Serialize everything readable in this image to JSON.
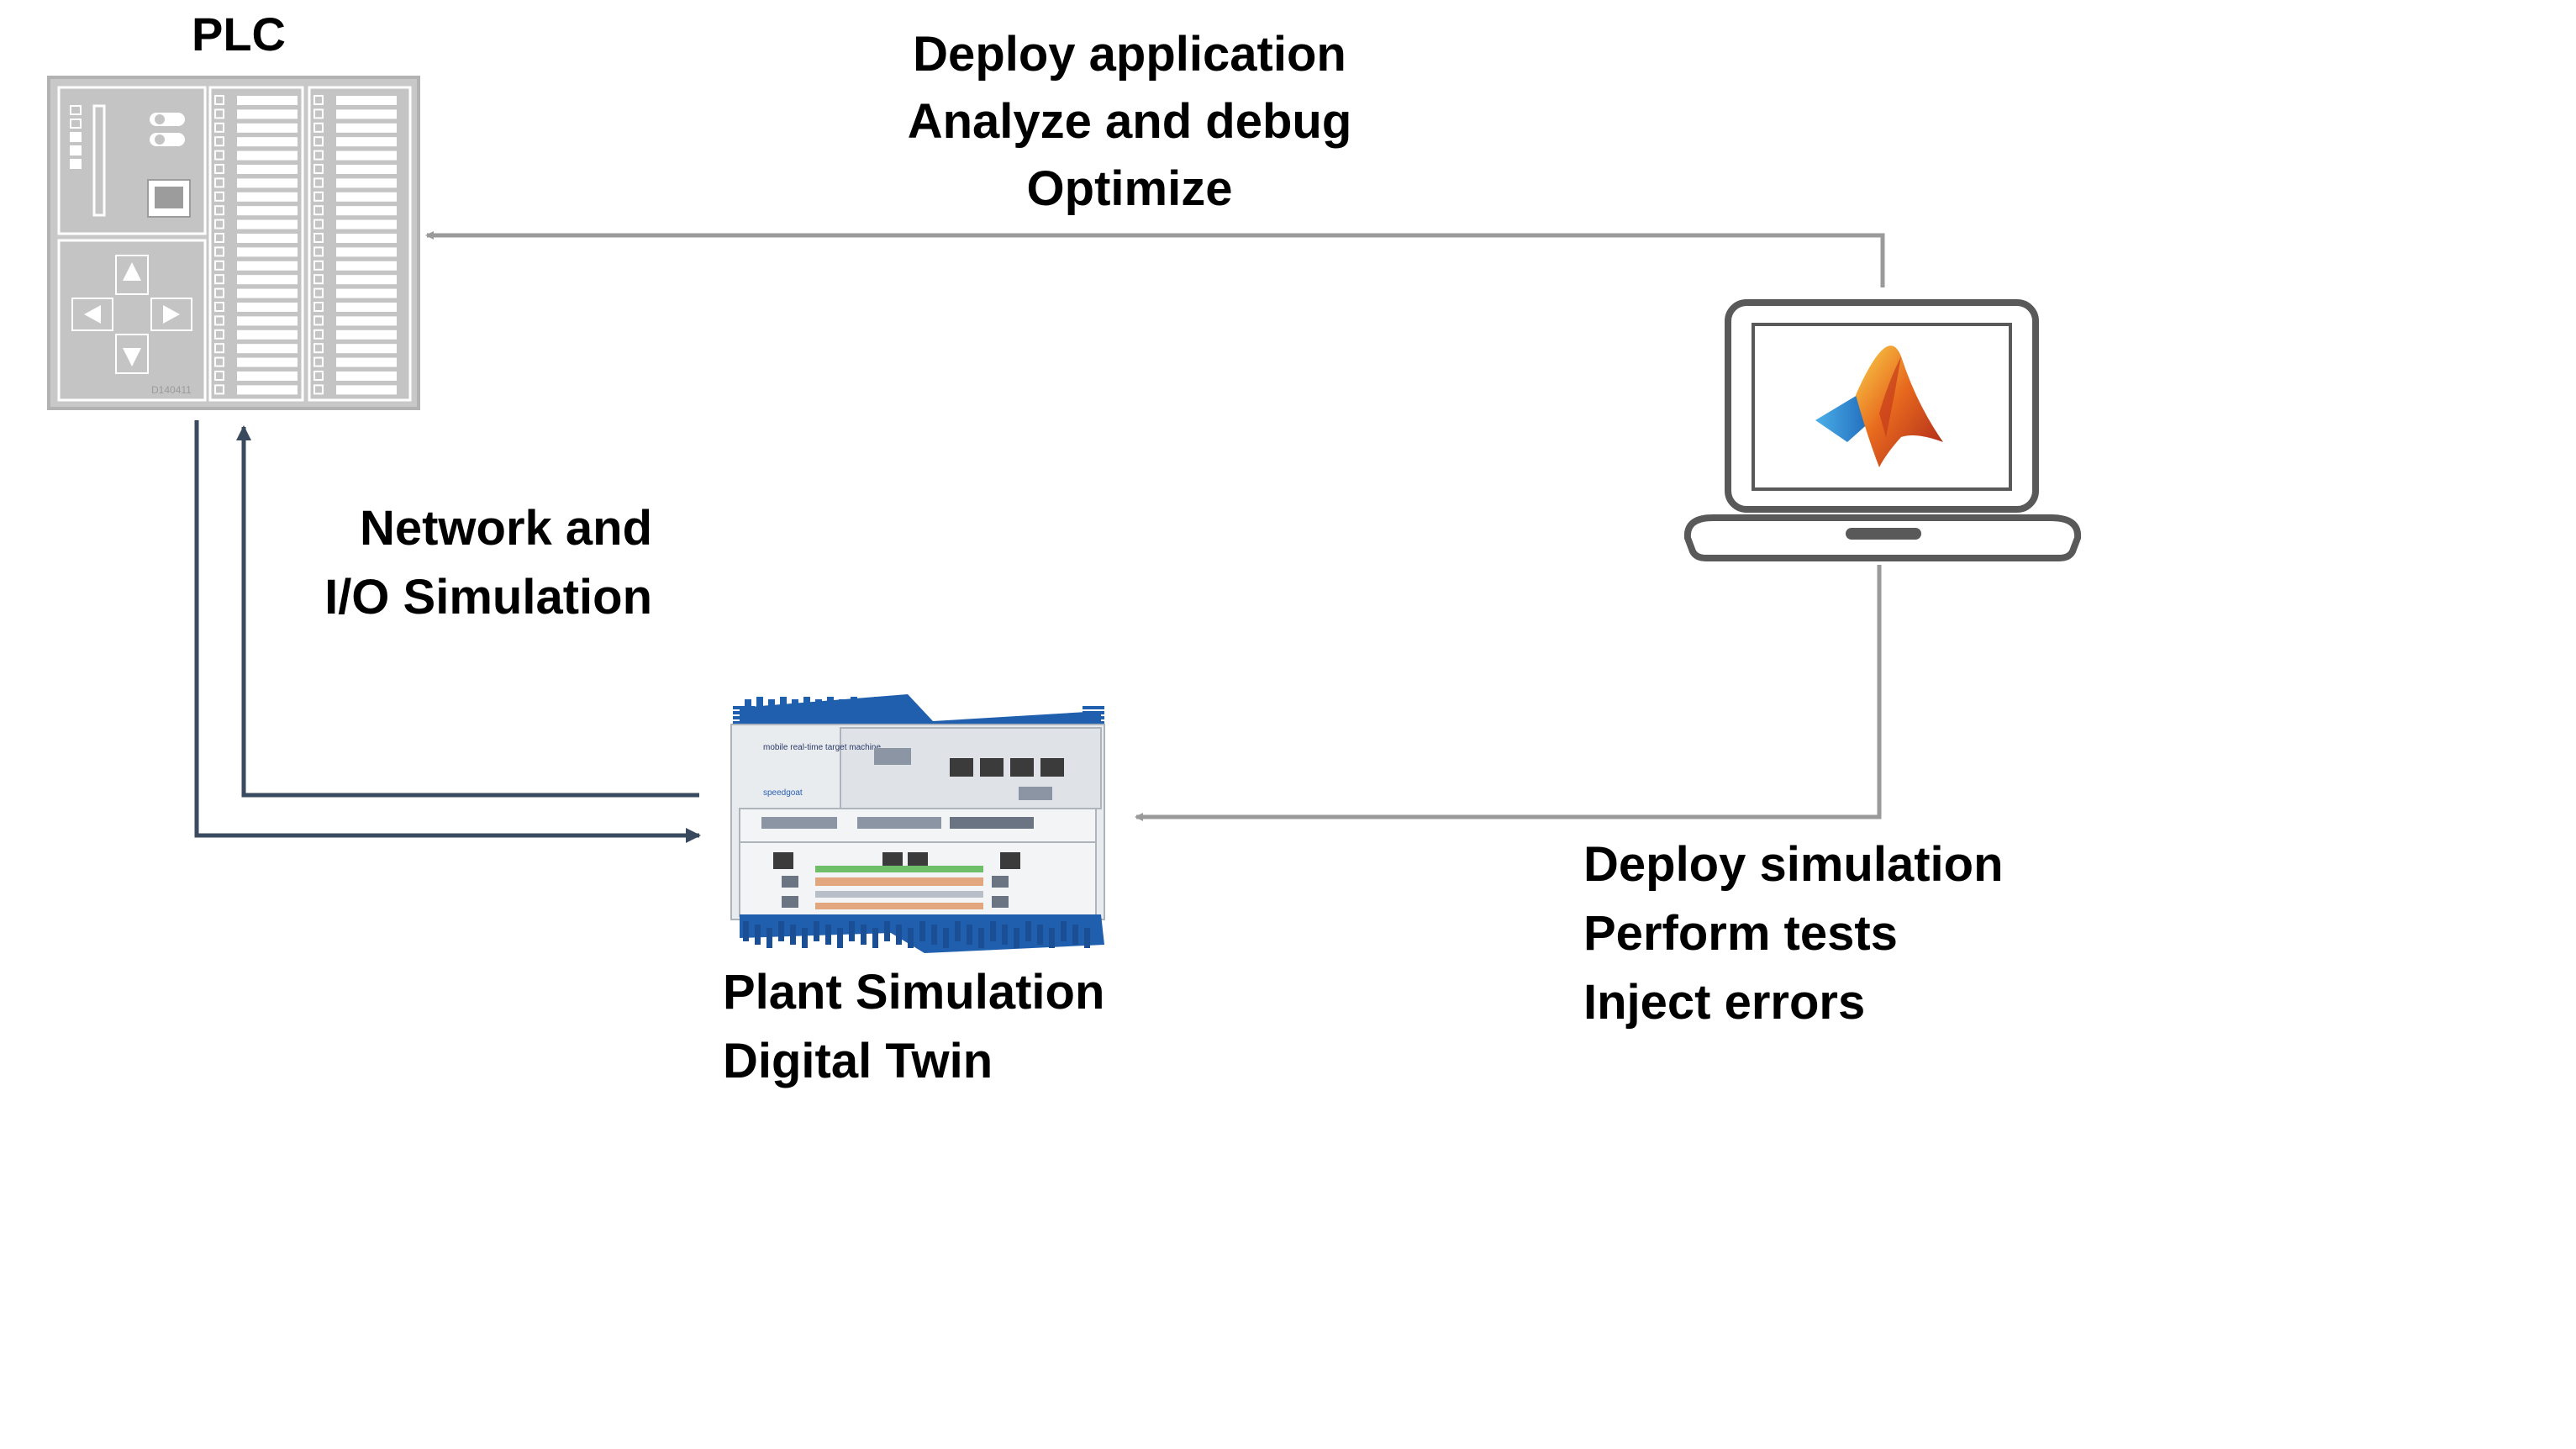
{
  "plc": {
    "title": "PLC",
    "serial_text": "D140411"
  },
  "top_flow": {
    "lines": [
      "Deploy application",
      "Analyze and debug",
      "Optimize"
    ]
  },
  "left_flow": {
    "lines": [
      "Network and",
      "I/O Simulation"
    ]
  },
  "plant": {
    "lines": [
      "Plant Simulation",
      "Digital Twin"
    ],
    "brand_text": "speedgoat",
    "panel_text": "mobile real-time target machine"
  },
  "bottom_flow": {
    "lines": [
      "Deploy simulation",
      "Perform tests",
      "Inject errors"
    ]
  },
  "colors": {
    "arrow_gray": "#9a9a9a",
    "arrow_dark": "#3a4a5e",
    "plc_body": "#c8c8c8",
    "chassis_blue": "#1f5fae"
  }
}
